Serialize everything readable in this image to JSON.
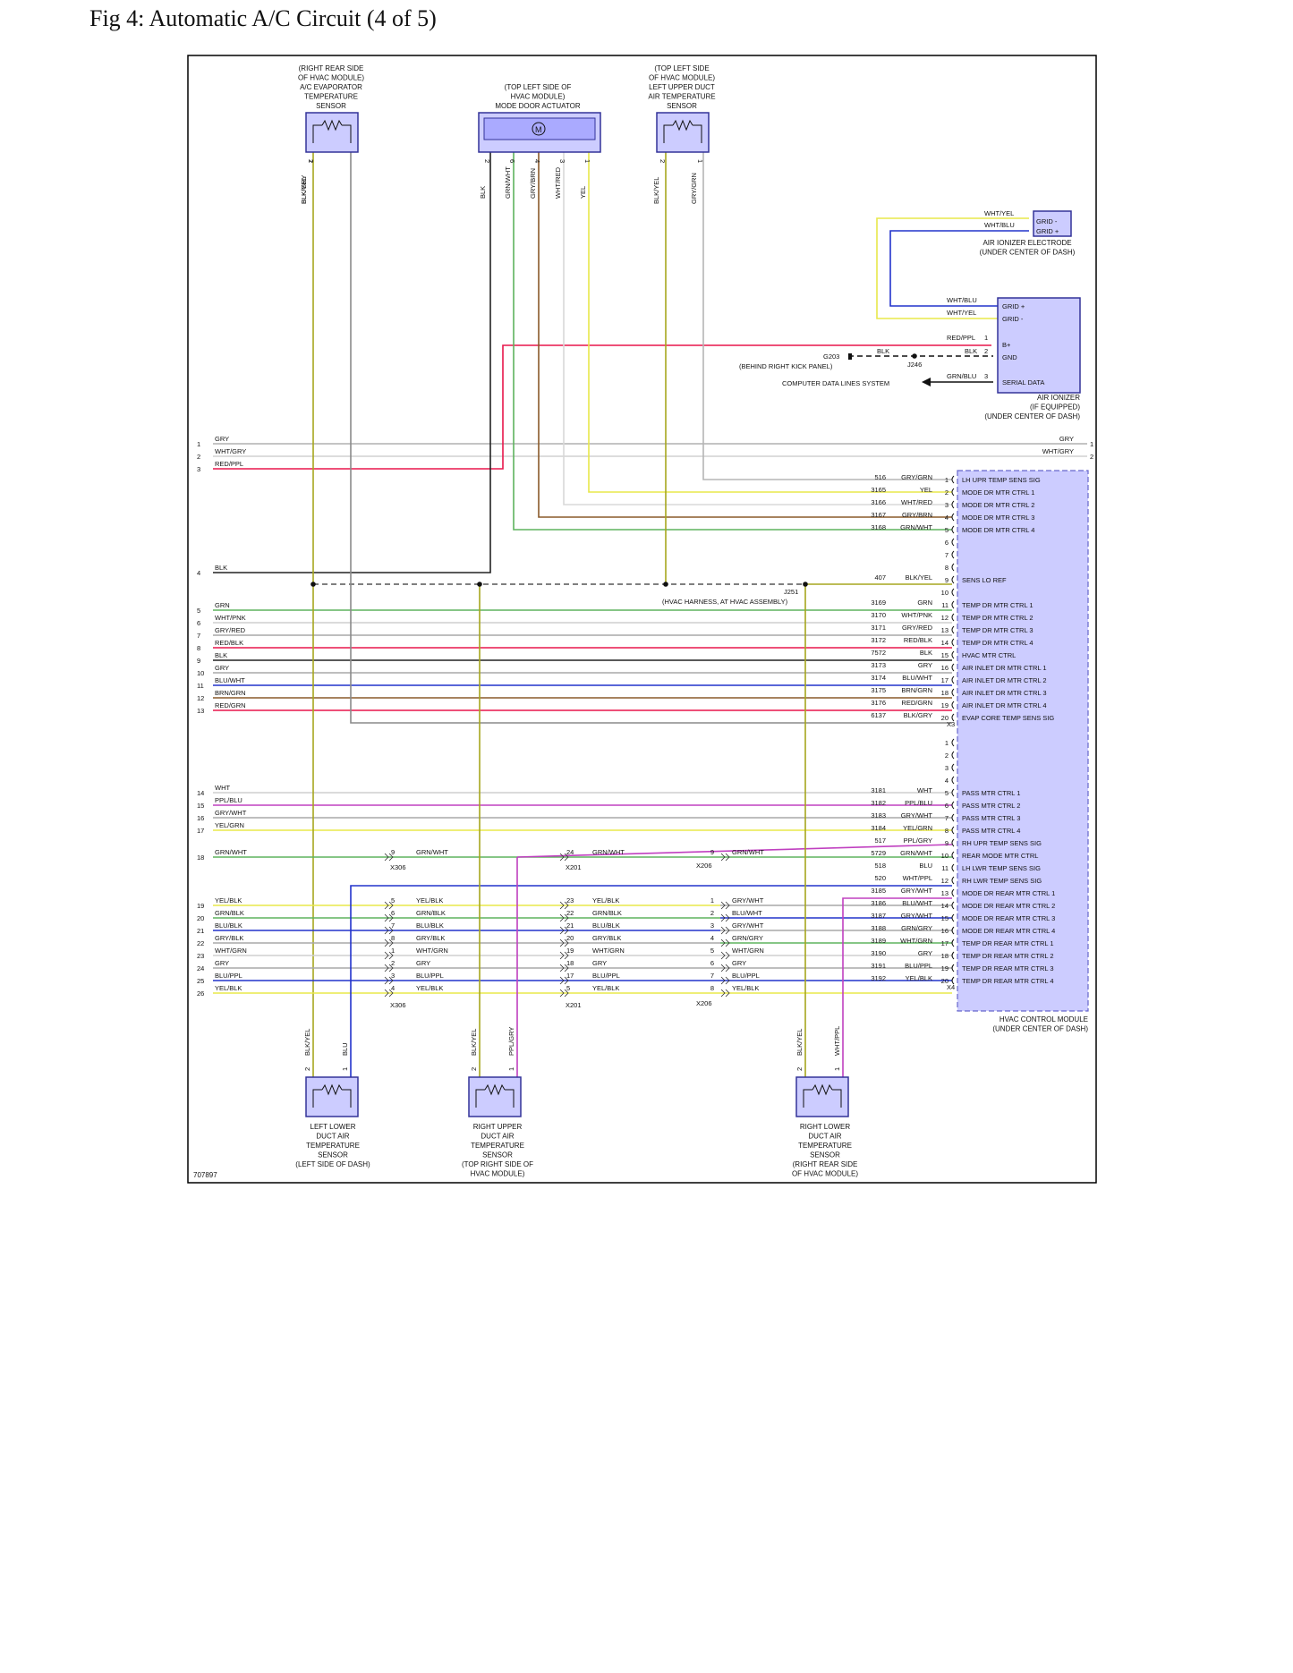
{
  "title": "Fig 4: Automatic A/C Circuit (4 of 5)",
  "figure_id": "707897",
  "components": {
    "evap_sensor": [
      "(RIGHT REAR SIDE",
      "OF HVAC MODULE)",
      "A/C EVAPORATOR",
      "TEMPERATURE",
      "SENSOR"
    ],
    "mode_actuator": [
      "(TOP LEFT SIDE OF",
      "HVAC MODULE)",
      "MODE DOOR ACTUATOR"
    ],
    "upper_left_sensor": [
      "(TOP LEFT SIDE",
      "OF HVAC MODULE)",
      "LEFT UPPER DUCT",
      "AIR TEMPERATURE",
      "SENSOR"
    ],
    "ionizer_electrode": [
      "AIR IONIZER ELECTRODE",
      "(UNDER CENTER OF DASH)"
    ],
    "air_ionizer": [
      "AIR IONIZER",
      "(IF EQUIPPED)",
      "(UNDER CENTER OF DASH)"
    ],
    "hvac_module": [
      "HVAC CONTROL MODULE",
      "(UNDER CENTER OF DASH)"
    ],
    "left_lower_sensor": [
      "LEFT LOWER",
      "DUCT AIR",
      "TEMPERATURE",
      "SENSOR",
      "(LEFT SIDE OF DASH)"
    ],
    "right_upper_sensor": [
      "RIGHT UPPER",
      "DUCT AIR",
      "TEMPERATURE",
      "SENSOR",
      "(TOP RIGHT SIDE OF",
      "HVAC MODULE)"
    ],
    "right_lower_sensor": [
      "RIGHT LOWER",
      "DUCT AIR",
      "TEMPERATURE",
      "SENSOR",
      "(RIGHT REAR SIDE",
      "OF HVAC MODULE)"
    ]
  },
  "ionizer": {
    "electrode_pins": [
      "GRID -",
      "GRID +"
    ],
    "electrode_wires": [
      "WHT/YEL",
      "WHT/BLU"
    ],
    "pins": [
      "GRID +",
      "GRID -",
      "B+",
      "GND",
      "SERIAL DATA"
    ],
    "pin_wires": [
      "WHT/BLU",
      "WHT/YEL",
      "RED/PPL",
      "BLK",
      "GRN/BLU"
    ],
    "pin_numbers": [
      "1",
      "2",
      "3"
    ],
    "ground_label": "G203",
    "ground_location": "(BEHIND RIGHT KICK PANEL)",
    "ground_wire": "BLK",
    "splice": "J246",
    "data_lines": "COMPUTER DATA LINES SYSTEM"
  },
  "splice_j251": [
    "J251",
    "(HVAC HARNESS, AT HVAC ASSEMBLY)"
  ],
  "sensor_wires": {
    "evap": [
      "BLK/YEL",
      "BLK/GRY"
    ],
    "evap_pins": [
      "2",
      "1"
    ],
    "actuator": [
      "BLK",
      "GRN/WHT",
      "GRY/BRN",
      "WHT/RED",
      "YEL"
    ],
    "actuator_pins": [
      "2",
      "6",
      "4",
      "3",
      "1"
    ],
    "upper_left": [
      "BLK/YEL",
      "GRY/GRN"
    ],
    "upper_left_pins": [
      "2",
      "1"
    ],
    "left_lower": [
      "BLK/YEL",
      "BLU"
    ],
    "right_upper": [
      "BLK/YEL",
      "PPL/GRY"
    ],
    "right_lower": [
      "BLK/YEL",
      "WHT/PPL"
    ],
    "bottom_pins": [
      "2",
      "1"
    ]
  },
  "left_edge": {
    "numbers": [
      "1",
      "2",
      "3",
      "4",
      "5",
      "6",
      "7",
      "8",
      "9",
      "10",
      "11",
      "12",
      "13",
      "14",
      "15",
      "16",
      "17",
      "18",
      "19",
      "20",
      "21",
      "22",
      "23",
      "24",
      "25",
      "26"
    ],
    "labels": [
      "GRY",
      "WHT/GRY",
      "RED/PPL",
      "BLK",
      "GRN",
      "WHT/PNK",
      "GRY/RED",
      "RED/BLK",
      "BLK",
      "GRY",
      "BLU/WHT",
      "BRN/GRN",
      "RED/GRN",
      "WHT",
      "PPL/BLU",
      "GRY/WHT",
      "YEL/GRN",
      "GRN/WHT",
      "YEL/BLK",
      "GRN/BLK",
      "BLU/BLK",
      "GRY/BLK",
      "WHT/GRN",
      "GRY",
      "BLU/PPL",
      "YEL/BLK"
    ]
  },
  "right_edge": {
    "labels": [
      "GRY",
      "WHT/GRY"
    ],
    "numbers": [
      "1",
      "2"
    ]
  },
  "x3": {
    "connector": "X3",
    "circuits": [
      "516",
      "3165",
      "3166",
      "3167",
      "3168",
      "",
      "",
      "",
      "407",
      "",
      "3169",
      "3170",
      "3171",
      "3172",
      "7572",
      "3173",
      "3174",
      "3175",
      "3176",
      "6137"
    ],
    "wires": [
      "GRY/GRN",
      "YEL",
      "WHT/RED",
      "GRY/BRN",
      "GRN/WHT",
      "",
      "",
      "",
      "BLK/YEL",
      "",
      "GRN",
      "WHT/PNK",
      "GRY/RED",
      "RED/BLK",
      "BLK",
      "GRY",
      "BLU/WHT",
      "BRN/GRN",
      "RED/GRN",
      "BLK/GRY"
    ],
    "pins": [
      "1",
      "2",
      "3",
      "4",
      "5",
      "6",
      "7",
      "8",
      "9",
      "10",
      "11",
      "12",
      "13",
      "14",
      "15",
      "16",
      "17",
      "18",
      "19",
      "20"
    ],
    "functions": [
      "LH UPR TEMP SENS SIG",
      "MODE DR MTR CTRL 1",
      "MODE DR MTR CTRL 2",
      "MODE DR MTR CTRL 3",
      "MODE DR MTR CTRL 4",
      "",
      "",
      "",
      "SENS LO REF",
      "",
      "TEMP DR MTR CTRL 1",
      "TEMP DR MTR CTRL 2",
      "TEMP DR MTR CTRL 3",
      "TEMP DR MTR CTRL 4",
      "HVAC MTR CTRL",
      "AIR INLET DR MTR CTRL 1",
      "AIR INLET DR MTR CTRL 2",
      "AIR INLET DR MTR CTRL 3",
      "AIR INLET DR MTR CTRL 4",
      "EVAP CORE TEMP SENS SIG"
    ]
  },
  "x4": {
    "connector": "X4",
    "circuits": [
      "",
      "",
      "",
      "",
      "3181",
      "3182",
      "3183",
      "3184",
      "517",
      "5729",
      "518",
      "520",
      "3185",
      "3186",
      "3187",
      "3188",
      "3189",
      "3190",
      "3191",
      "3192"
    ],
    "wires": [
      "",
      "",
      "",
      "",
      "WHT",
      "PPL/BLU",
      "GRY/WHT",
      "YEL/GRN",
      "PPL/GRY",
      "GRN/WHT",
      "BLU",
      "WHT/PPL",
      "GRY/WHT",
      "BLU/WHT",
      "GRY/WHT",
      "GRN/GRY",
      "WHT/GRN",
      "GRY",
      "BLU/PPL",
      "YEL/BLK"
    ],
    "pins": [
      "1",
      "2",
      "3",
      "4",
      "5",
      "6",
      "7",
      "8",
      "9",
      "10",
      "11",
      "12",
      "13",
      "14",
      "15",
      "16",
      "17",
      "18",
      "19",
      "20"
    ],
    "functions": [
      "",
      "",
      "",
      "",
      "PASS MTR CTRL 1",
      "PASS MTR CTRL 2",
      "PASS MTR CTRL 3",
      "PASS MTR CTRL 4",
      "RH UPR TEMP SENS SIG",
      "REAR MODE MTR CTRL",
      "LH LWR TEMP SENS SIG",
      "RH LWR TEMP SENS SIG",
      "MODE DR REAR MTR CTRL 1",
      "MODE DR REAR MTR CTRL 2",
      "MODE DR REAR MTR CTRL 3",
      "MODE DR REAR MTR CTRL 4",
      "TEMP DR REAR MTR CTRL 1",
      "TEMP DR REAR MTR CTRL 2",
      "TEMP DR REAR MTR CTRL 3",
      "TEMP DR REAR MTR CTRL 4"
    ]
  },
  "inline": {
    "x306": {
      "name": "X306",
      "pins": [
        "9",
        "5",
        "6",
        "7",
        "8",
        "1",
        "2",
        "3",
        "4"
      ]
    },
    "x201": {
      "name": "X201",
      "pins": [
        "24",
        "23",
        "22",
        "21",
        "20",
        "19",
        "18",
        "17",
        "5"
      ]
    },
    "x206": {
      "name": "X206",
      "pins": [
        "9",
        "1",
        "2",
        "3",
        "4",
        "5",
        "6",
        "7",
        "8"
      ]
    },
    "seg1_labels": [
      "GRN/WHT",
      "YEL/BLK",
      "GRN/BLK",
      "BLU/BLK",
      "GRY/BLK",
      "WHT/GRN",
      "GRY",
      "BLU/PPL",
      "YEL/BLK"
    ],
    "seg2_labels": [
      "GRN/WHT",
      "YEL/BLK",
      "GRN/BLK",
      "BLU/BLK",
      "GRY/BLK",
      "WHT/GRN",
      "GRY",
      "BLU/PPL",
      "YEL/BLK"
    ],
    "seg3_labels": [
      "GRN/WHT",
      "GRY/WHT",
      "BLU/WHT",
      "GRY/WHT",
      "GRN/GRY",
      "WHT/GRN",
      "GRY",
      "BLU/PPL",
      "YEL/BLK"
    ]
  },
  "colors": {
    "module_fill": "#ccccff",
    "module_stroke": "#333399",
    "border": "#000000",
    "wire_gray": "#b0b0b0",
    "wire_red": "#e8174b",
    "wire_yellow": "#e8e84a",
    "wire_olive": "#a6a61e",
    "wire_green": "#5fb35f",
    "wire_blue": "#2233cc",
    "wire_purple": "#c040c0"
  }
}
